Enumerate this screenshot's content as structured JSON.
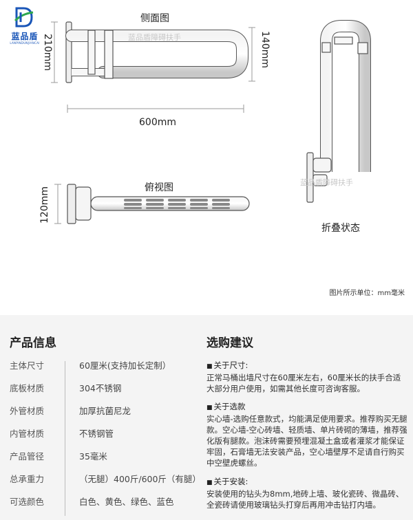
{
  "brand": {
    "name": "蓝品盾",
    "sub": "LANPINDUNJIANCAI",
    "watermark": "蓝品盾障碍扶手",
    "color": "#1a56b8"
  },
  "diagram": {
    "side_view": "侧面图",
    "top_view": "俯视图",
    "folded": "折叠状态",
    "dim_210": "210mm",
    "dim_140": "140mm",
    "dim_600": "600mm",
    "dim_120": "120mm",
    "unit_note": "图片所示单位：mm毫米"
  },
  "product_info": {
    "title": "产品信息",
    "rows": [
      {
        "key": "主体尺寸",
        "value": "60厘米(支持加长定制）"
      },
      {
        "key": "底板材质",
        "value": "304不锈钢"
      },
      {
        "key": "外管材质",
        "value": "加厚抗菌尼龙"
      },
      {
        "key": "内管材质",
        "value": "不锈钢管"
      },
      {
        "key": "产品管径",
        "value": "35毫米"
      },
      {
        "key": "总承重力",
        "value": "（无腿）400斤/600斤（有腿）"
      },
      {
        "key": "可选颜色",
        "value": "白色、黄色、绿色、蓝色"
      }
    ]
  },
  "advice": {
    "title": "选购建议",
    "items": [
      {
        "heading": "关于尺寸:",
        "body": "正常马桶出墙尺寸在60厘米左右，60厘米长的扶手合适大部分用户使用，如需其他长度可咨询客服。"
      },
      {
        "heading": "关于选款",
        "body": "实心墙-选购任意款式，均能满足使用要求。推荐购买无腿款。空心墙-空心砖墙、轻质墙、单片砖砌的薄墙，推荐强化版有腿款。泡沫砖需要预埋混凝土盒或者灌浆才能保证牢固，石膏墙无法安装产品，空心墙壁厚不足请自行购买中空壁虎螺丝。"
      },
      {
        "heading": "关于安装:",
        "body": "安装使用的钻头为8mm,地砖上墙、玻化瓷砖、微晶砖、全瓷砖请使用玻璃钻头打穿后再用冲击钻打内墙。"
      }
    ]
  }
}
